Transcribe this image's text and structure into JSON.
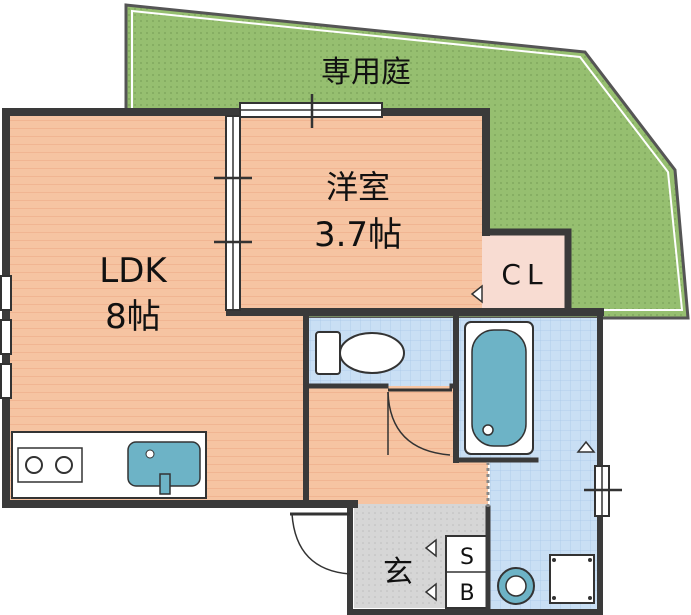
{
  "rooms": {
    "garden": {
      "label": "専用庭"
    },
    "ldk": {
      "name": "LDK",
      "size": "8帖"
    },
    "western": {
      "name": "洋室",
      "size": "3.7帖"
    },
    "closet": {
      "label": "CL"
    },
    "entrance": {
      "label": "玄"
    },
    "shoebox": {
      "line1": "S",
      "line2": "B"
    }
  },
  "colors": {
    "garden": "#96bf70",
    "floor_wood": "#f6c4a2",
    "floor_tile": "#c9dff4",
    "closet": "#f8dcd2",
    "wall": "#3a3a3a",
    "bath": "#6db3c6",
    "entrance": "#d6d6d6"
  }
}
